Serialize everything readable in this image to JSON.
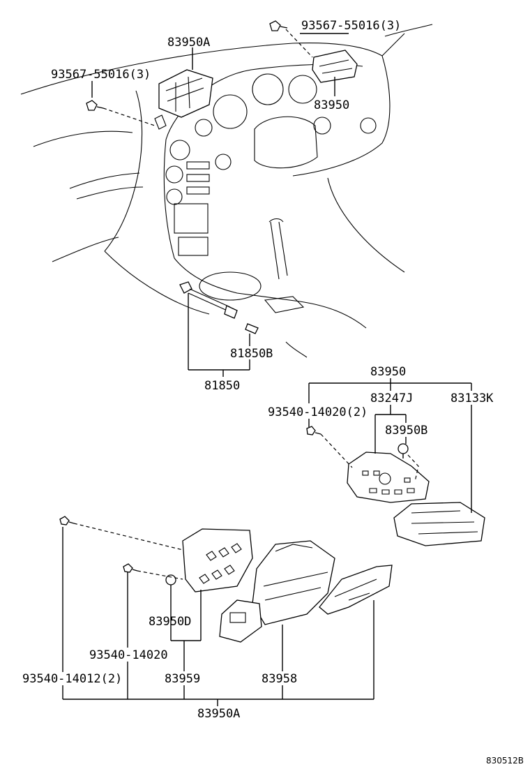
{
  "diagram": {
    "figure_number": "830512B",
    "labels": {
      "bolt_top_right": "93567-55016(3)",
      "cluster_left": "83950A",
      "bolt_top_left": "93567-55016(3)",
      "cluster_right": "83950",
      "cable_b": "81850B",
      "cable": "81850",
      "meter_assy": "83950",
      "sub_j": "83247J",
      "sub_k": "83133K",
      "screw_mid": "93540-14020(2)",
      "bulb_b": "83950B",
      "bulb_d": "83950D",
      "screw_lower": "93540-14020",
      "screw_lowest": "93540-14012(2)",
      "part_959": "83959",
      "part_958": "83958",
      "assy_a": "83950A"
    }
  }
}
